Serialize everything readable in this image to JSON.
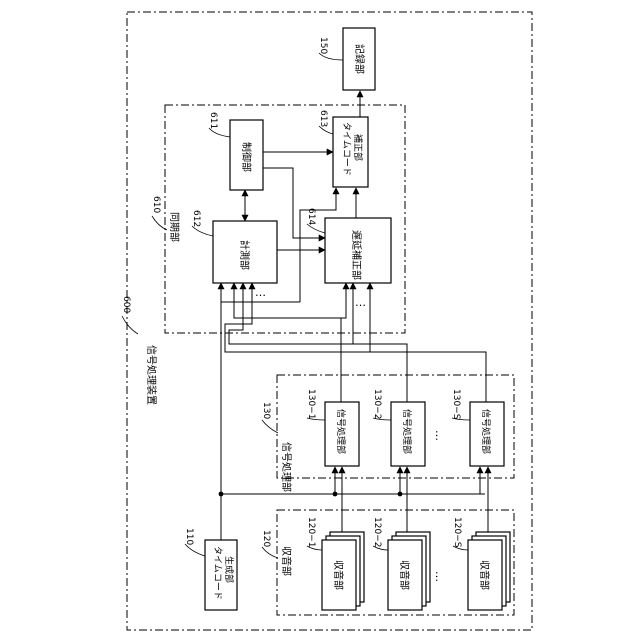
{
  "blocks": {
    "timecode_gen": {
      "line1": "タイムコード",
      "line2": "生成部"
    },
    "sound_units": [
      "収音部",
      "収音部",
      "収音部"
    ],
    "signal_units": [
      "信号処理部",
      "信号処理部",
      "信号処理部"
    ],
    "measure": "計測部",
    "control": "制御部",
    "delay_correct": "遅延補正部",
    "tc_correct": {
      "line1": "タイムコード",
      "line2": "補正部"
    },
    "record": "記録部"
  },
  "groups": {
    "device": "信号処理装置",
    "sync": "同期部",
    "collect": "収音部",
    "signal": "信号処理部"
  },
  "refs": {
    "r600": "600",
    "r610": "610",
    "r611": "611",
    "r612": "612",
    "r613": "613",
    "r614": "614",
    "r110": "110",
    "r120": "120",
    "r130": "130",
    "r150": "150",
    "r120_1": "120−1",
    "r120_2": "120−2",
    "r120_s": "120−S",
    "r130_1": "130−1",
    "r130_2": "130−2",
    "r130_s": "130−S"
  },
  "ellipsis": "…"
}
